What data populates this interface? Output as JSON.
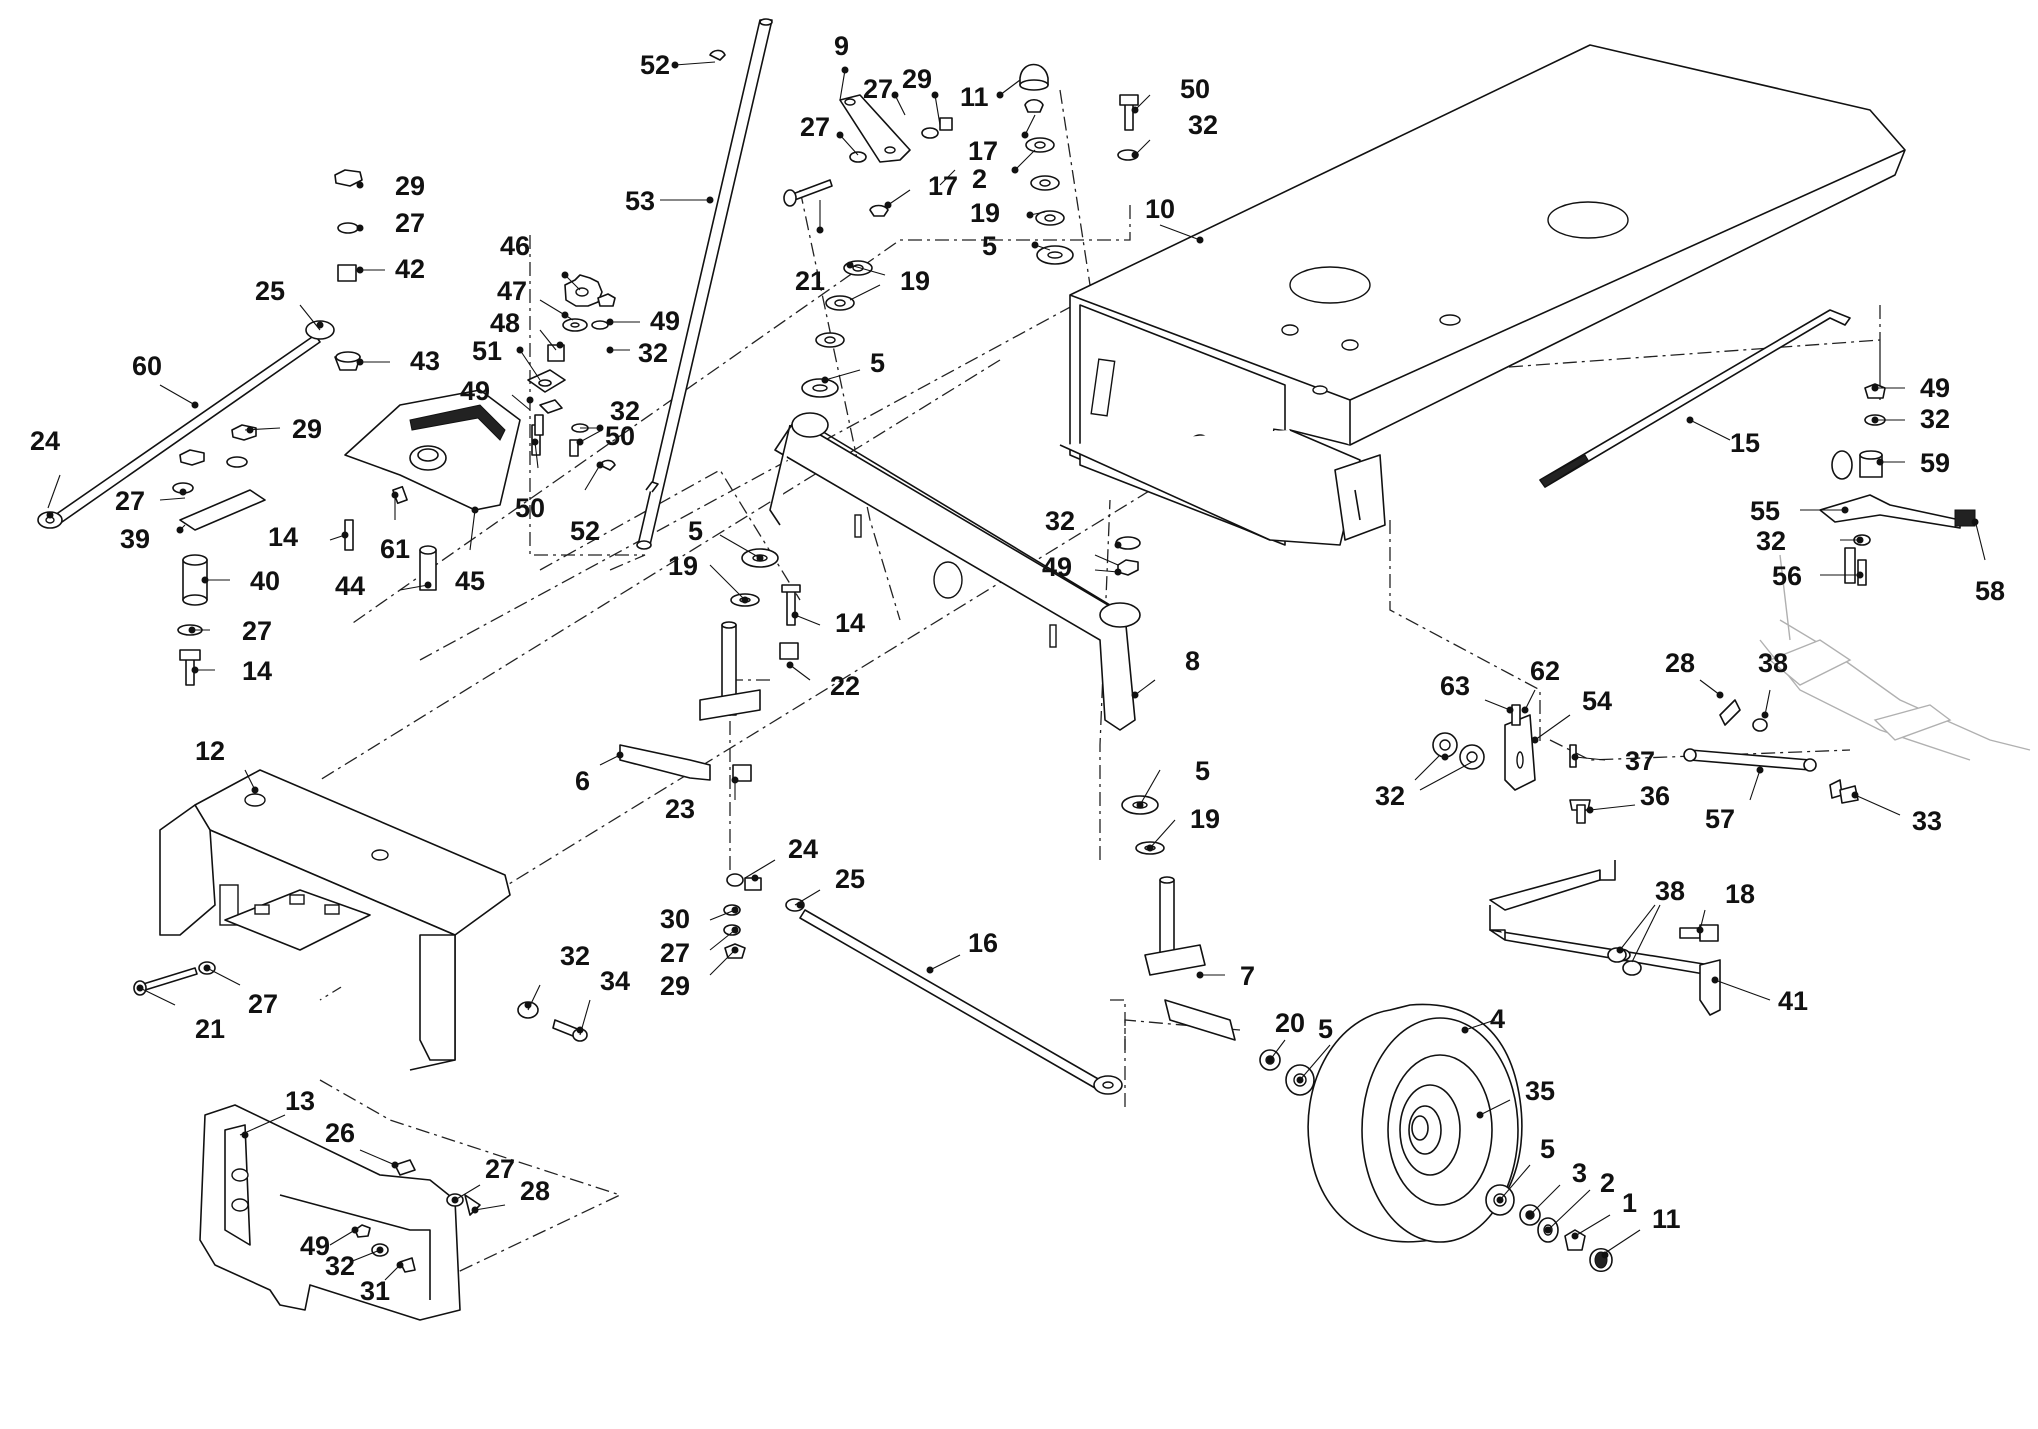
{
  "diagram": {
    "background": "#ffffff",
    "line_color": "#111111",
    "ghost_color": "#b0b0b0",
    "callouts": [
      {
        "n": "52"
      },
      {
        "n": "9"
      },
      {
        "n": "27"
      },
      {
        "n": "29"
      },
      {
        "n": "11"
      },
      {
        "n": "50"
      },
      {
        "n": "27"
      },
      {
        "n": "17"
      },
      {
        "n": "32"
      },
      {
        "n": "2"
      },
      {
        "n": "17"
      },
      {
        "n": "29"
      },
      {
        "n": "53"
      },
      {
        "n": "19"
      },
      {
        "n": "27"
      },
      {
        "n": "5"
      },
      {
        "n": "10"
      },
      {
        "n": "42"
      },
      {
        "n": "21"
      },
      {
        "n": "19"
      },
      {
        "n": "46"
      },
      {
        "n": "25"
      },
      {
        "n": "47"
      },
      {
        "n": "48"
      },
      {
        "n": "49"
      },
      {
        "n": "51"
      },
      {
        "n": "32"
      },
      {
        "n": "5"
      },
      {
        "n": "60"
      },
      {
        "n": "43"
      },
      {
        "n": "49"
      },
      {
        "n": "49"
      },
      {
        "n": "32"
      },
      {
        "n": "32"
      },
      {
        "n": "29"
      },
      {
        "n": "50"
      },
      {
        "n": "24"
      },
      {
        "n": "15"
      },
      {
        "n": "59"
      },
      {
        "n": "27"
      },
      {
        "n": "50"
      },
      {
        "n": "55"
      },
      {
        "n": "32"
      },
      {
        "n": "39"
      },
      {
        "n": "14"
      },
      {
        "n": "61"
      },
      {
        "n": "52"
      },
      {
        "n": "5"
      },
      {
        "n": "32"
      },
      {
        "n": "56"
      },
      {
        "n": "58"
      },
      {
        "n": "40"
      },
      {
        "n": "44"
      },
      {
        "n": "45"
      },
      {
        "n": "19"
      },
      {
        "n": "49"
      },
      {
        "n": "14"
      },
      {
        "n": "27"
      },
      {
        "n": "14"
      },
      {
        "n": "8"
      },
      {
        "n": "28"
      },
      {
        "n": "38"
      },
      {
        "n": "22"
      },
      {
        "n": "62"
      },
      {
        "n": "63"
      },
      {
        "n": "54"
      },
      {
        "n": "12"
      },
      {
        "n": "6"
      },
      {
        "n": "37"
      },
      {
        "n": "32"
      },
      {
        "n": "5"
      },
      {
        "n": "36"
      },
      {
        "n": "57"
      },
      {
        "n": "33"
      },
      {
        "n": "23"
      },
      {
        "n": "19"
      },
      {
        "n": "24"
      },
      {
        "n": "25"
      },
      {
        "n": "38"
      },
      {
        "n": "18"
      },
      {
        "n": "16"
      },
      {
        "n": "30"
      },
      {
        "n": "32"
      },
      {
        "n": "34"
      },
      {
        "n": "27"
      },
      {
        "n": "7"
      },
      {
        "n": "29"
      },
      {
        "n": "41"
      },
      {
        "n": "27"
      },
      {
        "n": "21"
      },
      {
        "n": "20"
      },
      {
        "n": "5"
      },
      {
        "n": "4"
      },
      {
        "n": "35"
      },
      {
        "n": "13"
      },
      {
        "n": "26"
      },
      {
        "n": "27"
      },
      {
        "n": "28"
      },
      {
        "n": "5"
      },
      {
        "n": "3"
      },
      {
        "n": "2"
      },
      {
        "n": "1"
      },
      {
        "n": "49"
      },
      {
        "n": "32"
      },
      {
        "n": "31"
      },
      {
        "n": "11"
      }
    ]
  }
}
